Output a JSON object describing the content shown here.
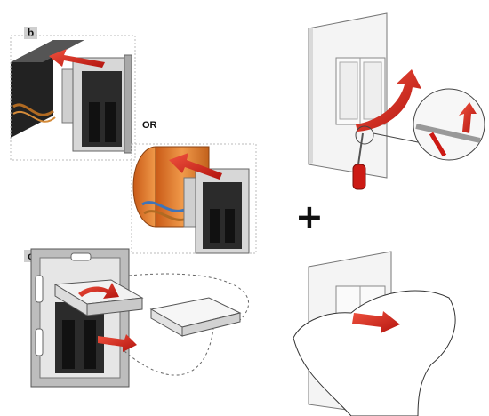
{
  "labels": {
    "step_b": "b",
    "step_c": "c",
    "or_text": "OR",
    "plus_sign": "+"
  },
  "colors": {
    "arrow": "#d8201c",
    "orange_box": "#e07a2b",
    "module": "#2b2b2b",
    "frame": "#bdbdbd"
  }
}
